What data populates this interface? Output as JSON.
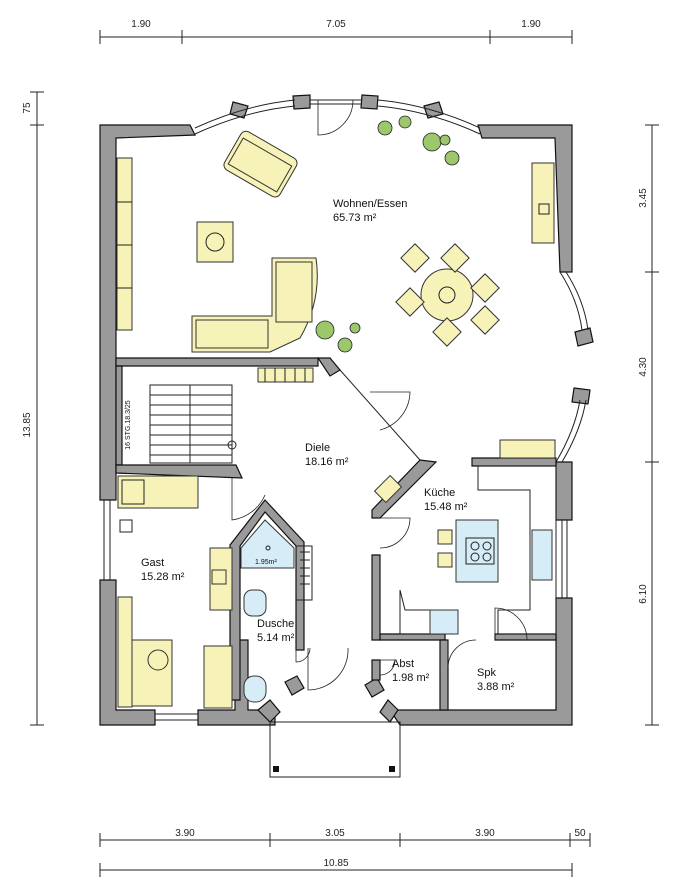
{
  "dimensions": {
    "top": [
      "1.90",
      "7.05",
      "1.90"
    ],
    "left_top": "75",
    "left_main": "13.85",
    "right": [
      "3.45",
      "4.30",
      "6.10"
    ],
    "bottom_parts": [
      "3.90",
      "3.05",
      "3.90",
      "50"
    ],
    "bottom_total": "10.85"
  },
  "rooms": {
    "wohnen": {
      "name": "Wohnen/Essen",
      "area": "65.73 m²"
    },
    "diele": {
      "name": "Diele",
      "area": "18.16 m²"
    },
    "kueche": {
      "name": "Küche",
      "area": "15.48 m²"
    },
    "gast": {
      "name": "Gast",
      "area": "15.28 m²"
    },
    "dusche": {
      "name": "Dusche",
      "area": "5.14 m²"
    },
    "abst": {
      "name": "Abst",
      "area": "1.98 m²"
    },
    "spk": {
      "name": "Spk",
      "area": "3.88 m²"
    }
  },
  "labels": {
    "stairs": "16 STG.18.3/25",
    "small_area": "1.95m²"
  },
  "colors": {
    "wall": "#9a9a9a",
    "furniture": "#f7f2b8",
    "sanitary": "#d6ecf6",
    "plants": "#9cc86a"
  }
}
